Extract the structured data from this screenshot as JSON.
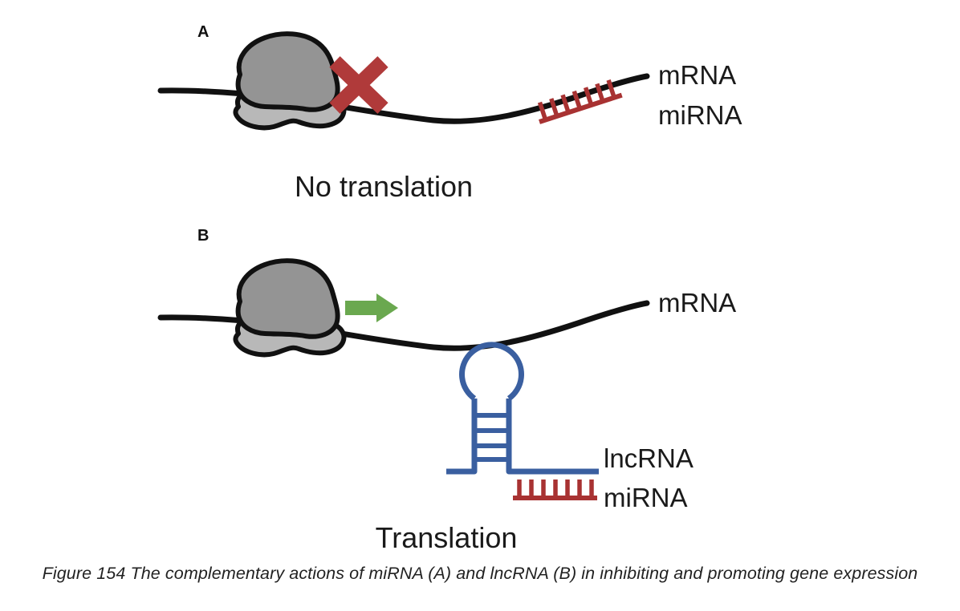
{
  "figure": {
    "caption": "Figure 154 The complementary actions of miRNA (A) and lncRNA (B) in inhibiting and promoting gene expression",
    "background_color": "#ffffff"
  },
  "panel_a": {
    "letter": "A",
    "mrna_label": "mRNA",
    "mirna_label": "miRNA",
    "outcome_label": "No translation",
    "block_marker": "red-x-cross",
    "ribosome_large_color": "#949494",
    "ribosome_small_color": "#b8b8b8",
    "mrna_color": "#111111",
    "mirna_color": "#a83232",
    "block_color": "#b03a3a",
    "mirna_tick_count": 7
  },
  "panel_b": {
    "letter": "B",
    "mrna_label": "mRNA",
    "lncrna_label": "lncRNA",
    "mirna_label": "miRNA",
    "outcome_label": "Translation",
    "go_marker": "green-right-arrow",
    "ribosome_large_color": "#949494",
    "ribosome_small_color": "#b8b8b8",
    "mrna_color": "#111111",
    "lncrna_color": "#3a5fa0",
    "mirna_color": "#a83232",
    "arrow_color": "#6aa84f",
    "lncrna_stem_rungs": 4,
    "mirna_tick_count": 7
  }
}
